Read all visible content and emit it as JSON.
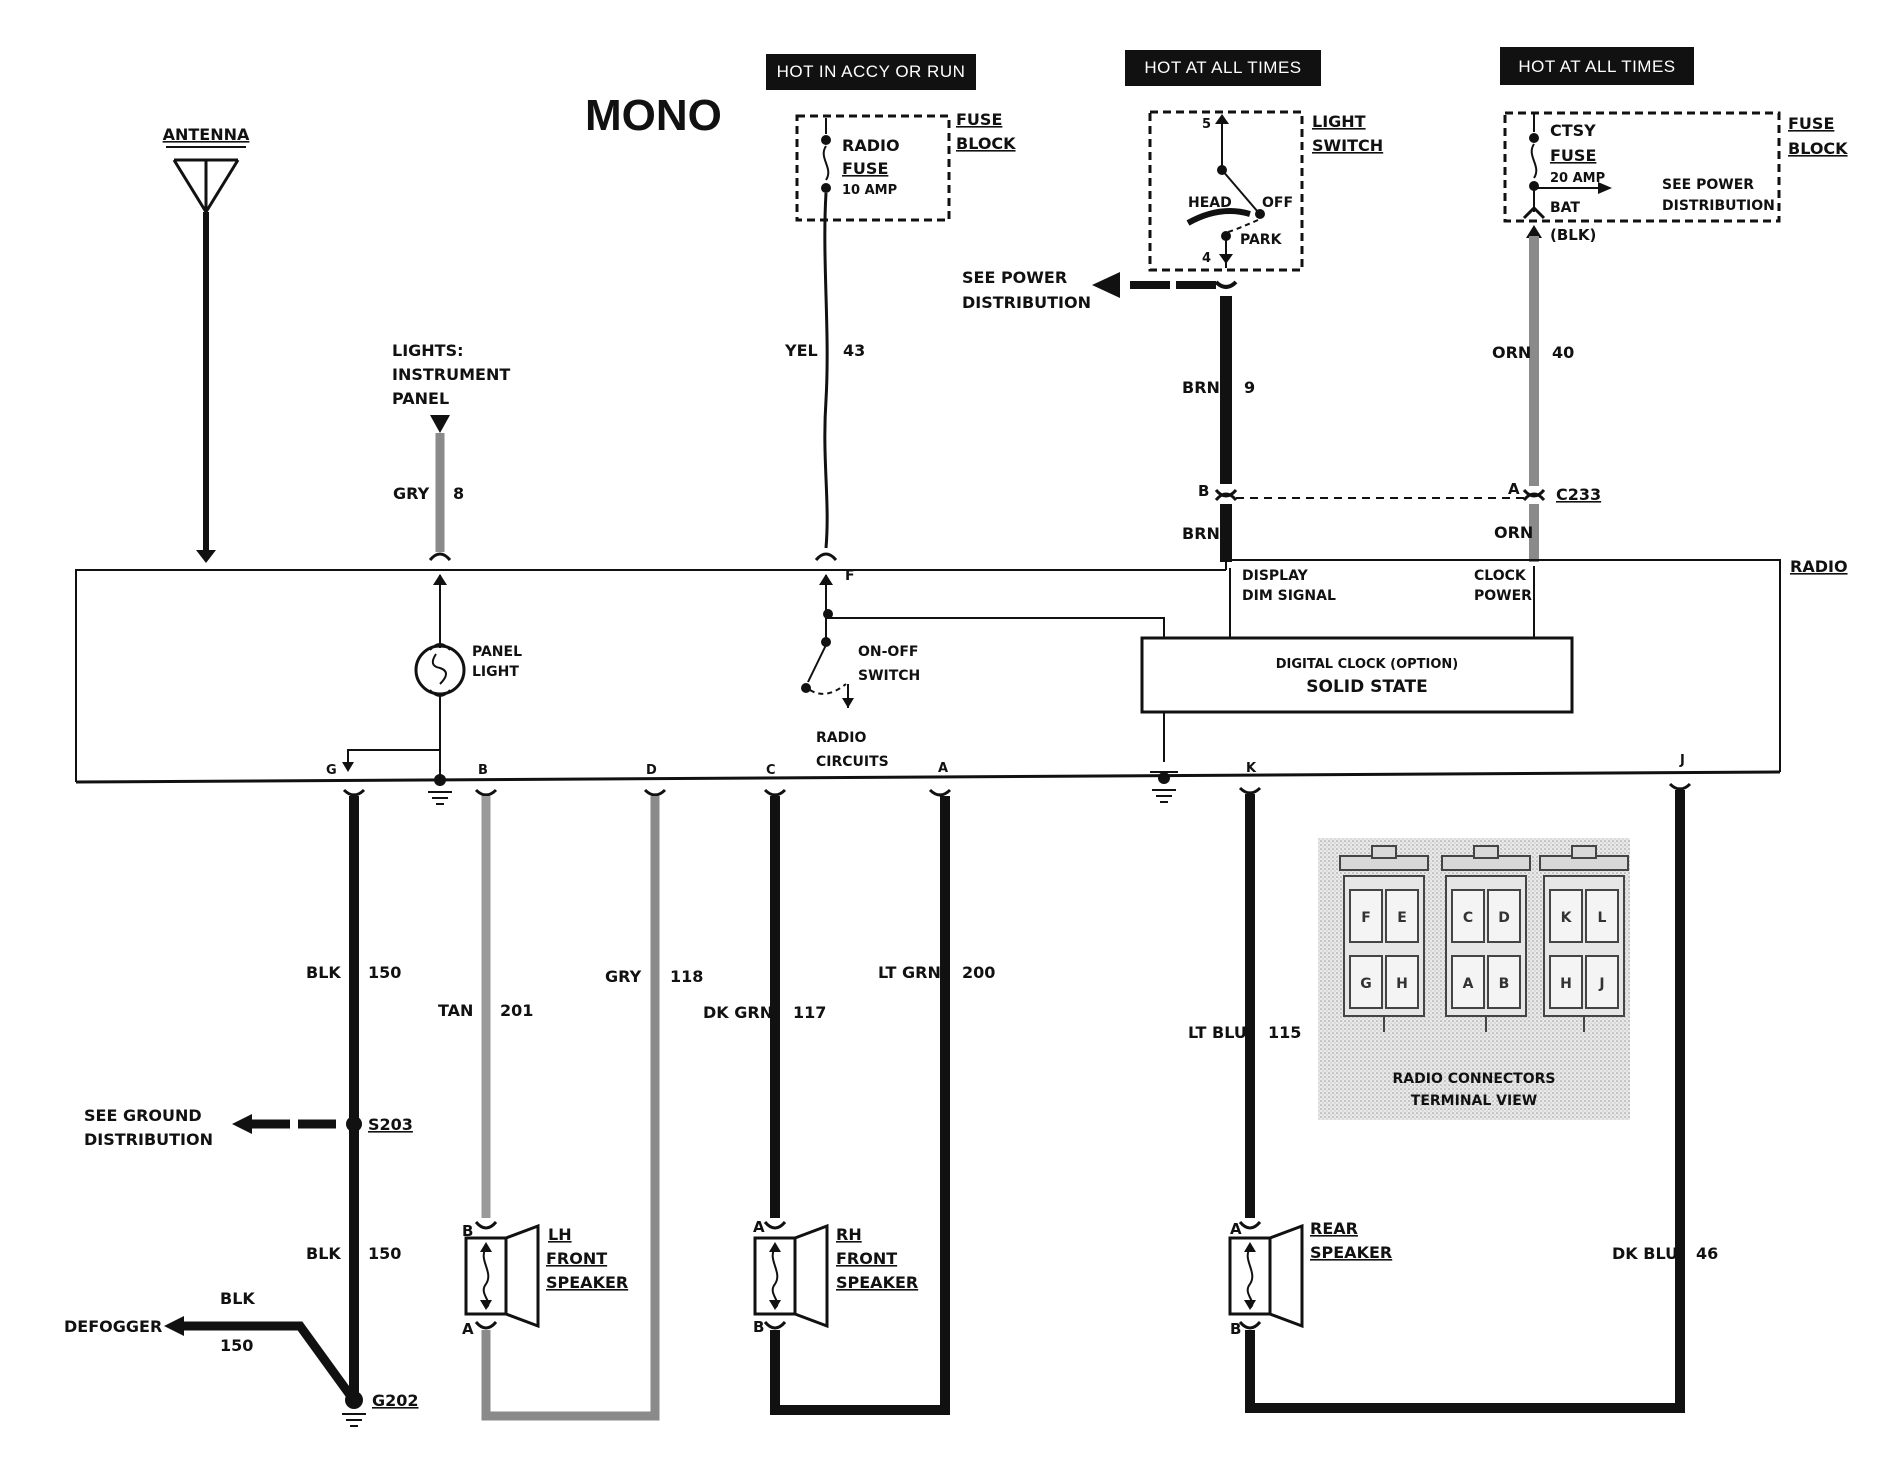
{
  "title": "MONO",
  "headers": {
    "accy_run": "HOT IN ACCY OR RUN",
    "all_times_1": "HOT AT ALL TIMES",
    "all_times_2": "HOT AT ALL TIMES"
  },
  "antenna": "ANTENNA",
  "lights_ip": [
    "LIGHTS:",
    "INSTRUMENT",
    "PANEL"
  ],
  "radio_fuse_block": {
    "fuse_lines": [
      "RADIO",
      "FUSE",
      "10 AMP"
    ],
    "block_lines": [
      "FUSE",
      "BLOCK"
    ]
  },
  "light_switch": {
    "label_lines": [
      "LIGHT",
      "SWITCH"
    ],
    "pos_head": "HEAD",
    "pos_off": "OFF",
    "pos_park": "PARK",
    "pin_top": "5",
    "pin_bottom": "4"
  },
  "ctsy_fuse_block": {
    "fuse_lines": [
      "CTSY",
      "FUSE",
      "20 AMP"
    ],
    "bat": "BAT",
    "blk": "(BLK)",
    "see_power": [
      "SEE POWER",
      "DISTRIBUTION"
    ],
    "block_lines": [
      "FUSE",
      "BLOCK"
    ]
  },
  "see_power_left": [
    "SEE POWER",
    "DISTRIBUTION"
  ],
  "wires": {
    "gry8": {
      "color": "GRY",
      "num": "8"
    },
    "yel43": {
      "color": "YEL",
      "num": "43"
    },
    "brn9": {
      "color": "BRN",
      "num": "9"
    },
    "brn_lower": "BRN",
    "orn40": {
      "color": "ORN",
      "num": "40"
    },
    "orn_lower": "ORN",
    "blk150a": {
      "color": "BLK",
      "num": "150"
    },
    "tan201": {
      "color": "TAN",
      "num": "201"
    },
    "gry118": {
      "color": "GRY",
      "num": "118"
    },
    "dkgrn117": {
      "color": "DK GRN",
      "num": "117"
    },
    "ltgrn200": {
      "color": "LT GRN",
      "num": "200"
    },
    "ltblu115": {
      "color": "LT BLU",
      "num": "115"
    },
    "blk150b": {
      "color": "BLK",
      "num": "150"
    },
    "dkblu46": {
      "color": "DK BLU",
      "num": "46"
    },
    "defog_blk": {
      "color": "BLK",
      "num": "150"
    }
  },
  "connector_c233": {
    "name": "C233",
    "pin_b": "B",
    "pin_a": "A"
  },
  "radio": {
    "label": "RADIO",
    "display_dim": [
      "DISPLAY",
      "DIM SIGNAL"
    ],
    "clock_power": [
      "CLOCK",
      "POWER"
    ],
    "panel_light": [
      "PANEL",
      "LIGHT"
    ],
    "on_off": [
      "ON-OFF",
      "SWITCH"
    ],
    "radio_circuits": [
      "RADIO",
      "CIRCUITS"
    ],
    "digital_clock": [
      "DIGITAL CLOCK (OPTION)",
      "SOLID STATE"
    ],
    "pins": {
      "F": "F",
      "G": "G",
      "B": "B",
      "D": "D",
      "C": "C",
      "A": "A",
      "K": "K",
      "J": "J"
    }
  },
  "splice_s203": "S203",
  "ground_g202": "G202",
  "see_ground": [
    "SEE GROUND",
    "DISTRIBUTION"
  ],
  "defogger": "DEFOGGER",
  "lh_speaker": {
    "lines": [
      "LH",
      "FRONT",
      "SPEAKER"
    ],
    "pin_a": "A",
    "pin_b": "B"
  },
  "rh_speaker": {
    "lines": [
      "RH",
      "FRONT",
      "SPEAKER"
    ],
    "pin_a": "A",
    "pin_b": "B"
  },
  "rear_speaker": {
    "lines": [
      "REAR",
      "SPEAKER"
    ],
    "pin_a": "A",
    "pin_b": "B"
  },
  "terminal_view": {
    "caption": [
      "RADIO CONNECTORS",
      "TERMINAL VIEW"
    ],
    "pins": [
      "F",
      "E",
      "C",
      "D",
      "K",
      "L",
      "G",
      "H",
      "A",
      "B",
      "H",
      "J"
    ]
  },
  "colors": {
    "ink": "#111111",
    "gray_wire": "#8a8a8a",
    "header_bg": "#111111"
  }
}
